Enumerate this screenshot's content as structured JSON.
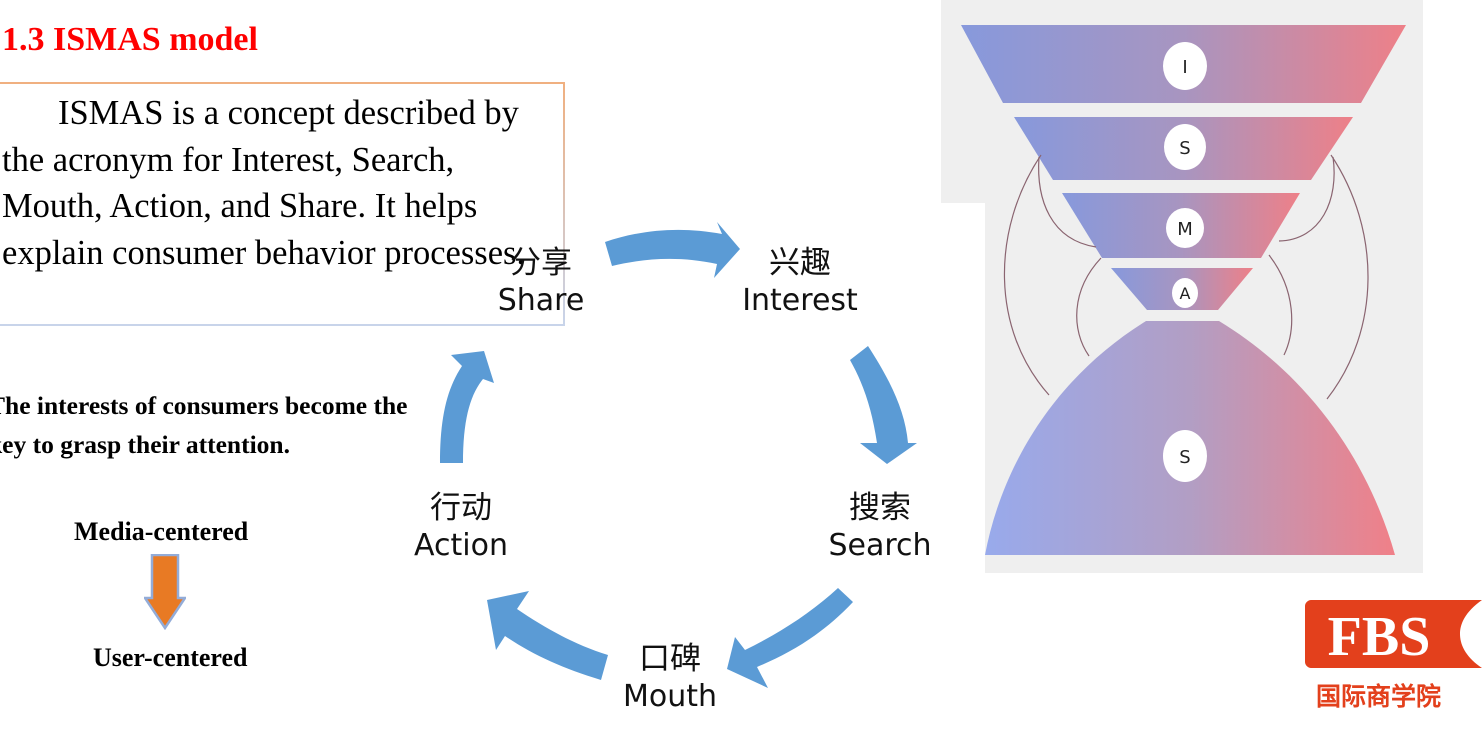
{
  "slide": {
    "title": "1.3 ISMAS model",
    "description": "ISMAS is a concept described by the acronym for Interest, Search, Mouth, Action, and Share. It helps explain consumer behavior processes.",
    "interest_note": "The interests of consumers become the key to grasp their attention.",
    "shift": {
      "from": "Media-centered",
      "to": "User-centered",
      "arrow_icon": "down-arrow-icon"
    }
  },
  "cycle": {
    "arrow_color": "#5B9BD5",
    "nodes": [
      {
        "zh": "兴趣",
        "en": "Interest"
      },
      {
        "zh": "搜索",
        "en": "Search"
      },
      {
        "zh": "口碑",
        "en": "Mouth"
      },
      {
        "zh": "行动",
        "en": "Action"
      },
      {
        "zh": "分享",
        "en": "Share"
      }
    ]
  },
  "funnel": {
    "stages": [
      "I",
      "S",
      "M",
      "A",
      "S"
    ],
    "gradient_left": "#8fa2e0",
    "gradient_right": "#ee8088"
  },
  "logo": {
    "mark": "FBS",
    "subtitle": "国际商学院",
    "color": "#e3401c"
  }
}
